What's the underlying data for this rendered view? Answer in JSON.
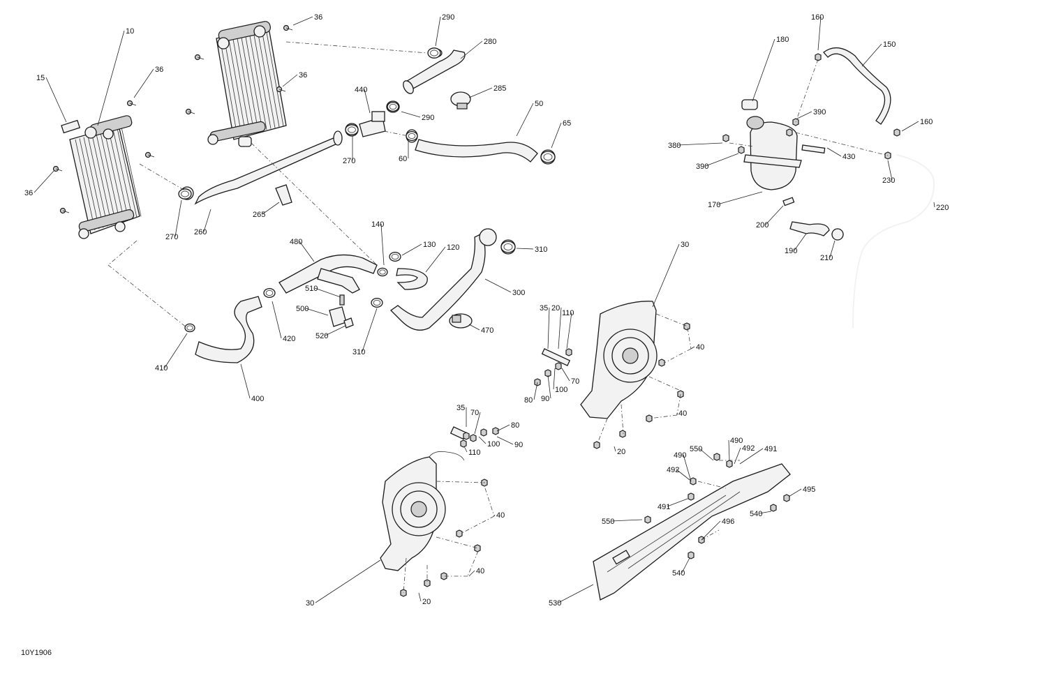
{
  "diagram": {
    "reference_code": "10Y1906",
    "callouts": [
      {
        "id": "c10",
        "label": "10"
      },
      {
        "id": "c15",
        "label": "15"
      },
      {
        "id": "c36a",
        "label": "36"
      },
      {
        "id": "c36b",
        "label": "36"
      },
      {
        "id": "c36c",
        "label": "36"
      },
      {
        "id": "c36d",
        "label": "36"
      },
      {
        "id": "c290a",
        "label": "290"
      },
      {
        "id": "c280",
        "label": "280"
      },
      {
        "id": "c440",
        "label": "440"
      },
      {
        "id": "c285",
        "label": "285"
      },
      {
        "id": "c290b",
        "label": "290"
      },
      {
        "id": "c50",
        "label": "50"
      },
      {
        "id": "c65",
        "label": "65"
      },
      {
        "id": "c270a",
        "label": "270"
      },
      {
        "id": "c60",
        "label": "60"
      },
      {
        "id": "c270b",
        "label": "270"
      },
      {
        "id": "c260",
        "label": "260"
      },
      {
        "id": "c265",
        "label": "265"
      },
      {
        "id": "c140",
        "label": "140"
      },
      {
        "id": "c130",
        "label": "130"
      },
      {
        "id": "c120",
        "label": "120"
      },
      {
        "id": "c310a",
        "label": "310"
      },
      {
        "id": "c480",
        "label": "480"
      },
      {
        "id": "c300",
        "label": "300"
      },
      {
        "id": "c510",
        "label": "510"
      },
      {
        "id": "c500",
        "label": "500"
      },
      {
        "id": "c520",
        "label": "520"
      },
      {
        "id": "c420",
        "label": "420"
      },
      {
        "id": "c310b",
        "label": "310"
      },
      {
        "id": "c470",
        "label": "470"
      },
      {
        "id": "c410",
        "label": "410"
      },
      {
        "id": "c400",
        "label": "400"
      },
      {
        "id": "c160a",
        "label": "160"
      },
      {
        "id": "c180",
        "label": "180"
      },
      {
        "id": "c150",
        "label": "150"
      },
      {
        "id": "c390a",
        "label": "390"
      },
      {
        "id": "c160b",
        "label": "160"
      },
      {
        "id": "c380",
        "label": "380"
      },
      {
        "id": "c390b",
        "label": "390"
      },
      {
        "id": "c430",
        "label": "430"
      },
      {
        "id": "c230",
        "label": "230"
      },
      {
        "id": "c170",
        "label": "170"
      },
      {
        "id": "c220",
        "label": "220"
      },
      {
        "id": "c200",
        "label": "200"
      },
      {
        "id": "c190",
        "label": "190"
      },
      {
        "id": "c210",
        "label": "210"
      },
      {
        "id": "c30a",
        "label": "30"
      },
      {
        "id": "c35a",
        "label": "35"
      },
      {
        "id": "c20a",
        "label": "20"
      },
      {
        "id": "c110a",
        "label": "110"
      },
      {
        "id": "c40a",
        "label": "40"
      },
      {
        "id": "c70a",
        "label": "70"
      },
      {
        "id": "c80a",
        "label": "80"
      },
      {
        "id": "c90a",
        "label": "90"
      },
      {
        "id": "c100a",
        "label": "100"
      },
      {
        "id": "c40b",
        "label": "40"
      },
      {
        "id": "c20b",
        "label": "20"
      },
      {
        "id": "c35b",
        "label": "35"
      },
      {
        "id": "c70b",
        "label": "70"
      },
      {
        "id": "c80b",
        "label": "80"
      },
      {
        "id": "c100b",
        "label": "100"
      },
      {
        "id": "c90b",
        "label": "90"
      },
      {
        "id": "c110b",
        "label": "110"
      },
      {
        "id": "c40c",
        "label": "40"
      },
      {
        "id": "c40d",
        "label": "40"
      },
      {
        "id": "c30b",
        "label": "30"
      },
      {
        "id": "c20c",
        "label": "20"
      },
      {
        "id": "c490a",
        "label": "490"
      },
      {
        "id": "c550a",
        "label": "550"
      },
      {
        "id": "c490b",
        "label": "490"
      },
      {
        "id": "c492a",
        "label": "492"
      },
      {
        "id": "c491a",
        "label": "491"
      },
      {
        "id": "c492b",
        "label": "492"
      },
      {
        "id": "c491b",
        "label": "491"
      },
      {
        "id": "c495",
        "label": "495"
      },
      {
        "id": "c550b",
        "label": "550"
      },
      {
        "id": "c496",
        "label": "496"
      },
      {
        "id": "c540a",
        "label": "540"
      },
      {
        "id": "c540b",
        "label": "540"
      },
      {
        "id": "c530",
        "label": "530"
      }
    ]
  }
}
